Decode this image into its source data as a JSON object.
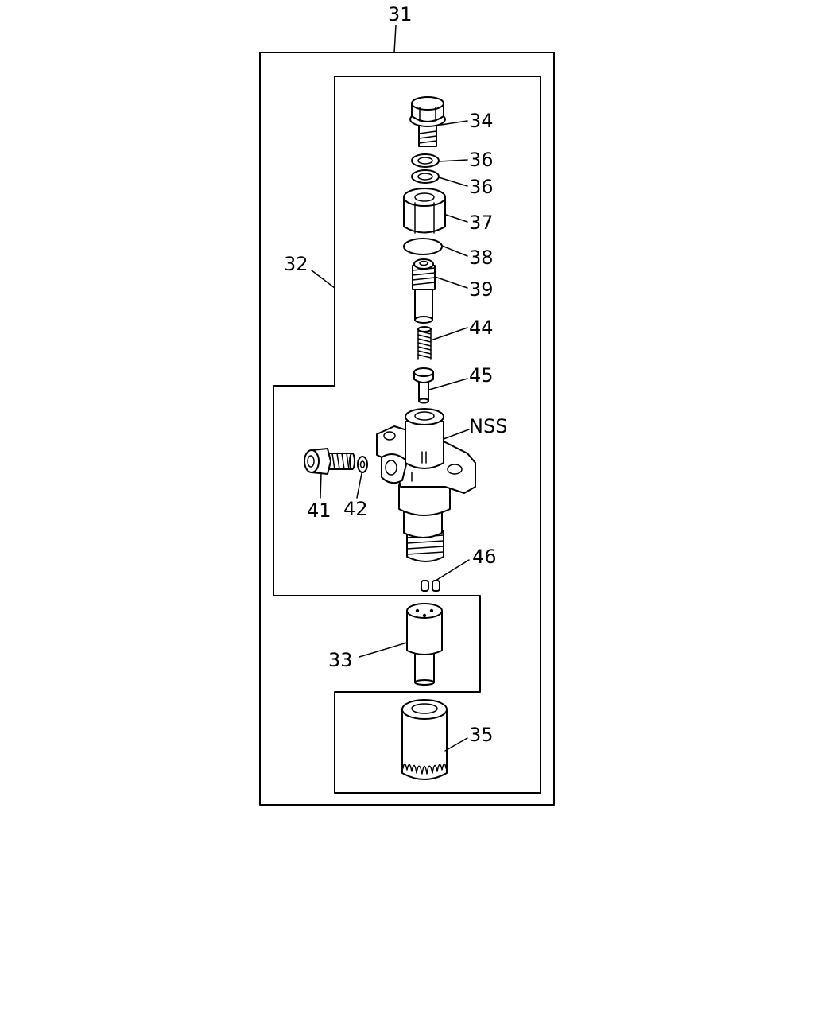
{
  "labels": {
    "assembly": "31",
    "holder": "32",
    "nozzle": "33",
    "bolt": "34",
    "retaining_nut": "35",
    "gasket_upper": "36",
    "gasket_lower": "36",
    "cap_nut": "37",
    "o_ring": "38",
    "inlet_stud": "39",
    "bleeder_screw": "41",
    "bleeder_washer": "42",
    "spring": "44",
    "spring_seat": "45",
    "body": "NSS",
    "pins": "46"
  }
}
